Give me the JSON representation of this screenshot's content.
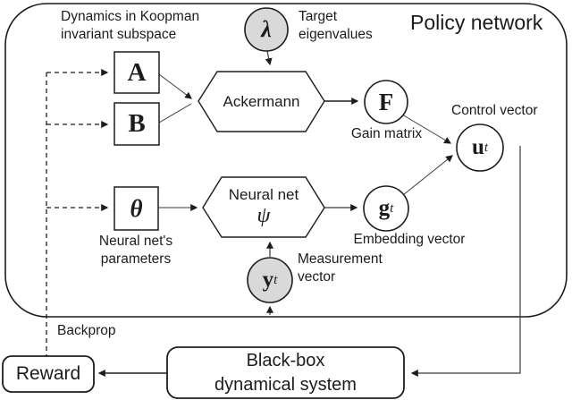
{
  "title": "Policy network",
  "colors": {
    "stroke": "#1c1c1c",
    "gray_node_fill": "#d9d9d9",
    "background": "#ffffff"
  },
  "captions": {
    "koopman": "Dynamics in Koopman\ninvariant subspace",
    "target_eigenvalues": "Target\neigenvalues",
    "gain_matrix": "Gain matrix",
    "control_vector": "Control vector",
    "embedding_vector": "Embedding vector",
    "measurement_vector": "Measurement\nvector",
    "neural_net_params": "Neural net's\nparameters",
    "backprop": "Backprop"
  },
  "nodes": {
    "A": {
      "label": "A"
    },
    "B": {
      "label": "B"
    },
    "theta": {
      "label": "θ"
    },
    "lambda": {
      "label": "λ"
    },
    "ackermann": {
      "label": "Ackermann"
    },
    "neural_net": {
      "line1": "Neural net",
      "line2": "ψ"
    },
    "F": {
      "label": "F"
    },
    "u": {
      "label": "u",
      "sub": "t"
    },
    "g": {
      "label": "g",
      "sub": "t"
    },
    "y": {
      "label": "y",
      "sub": "t"
    }
  },
  "bottom": {
    "reward": "Reward",
    "blackbox": "Black-box\ndynamical system"
  }
}
